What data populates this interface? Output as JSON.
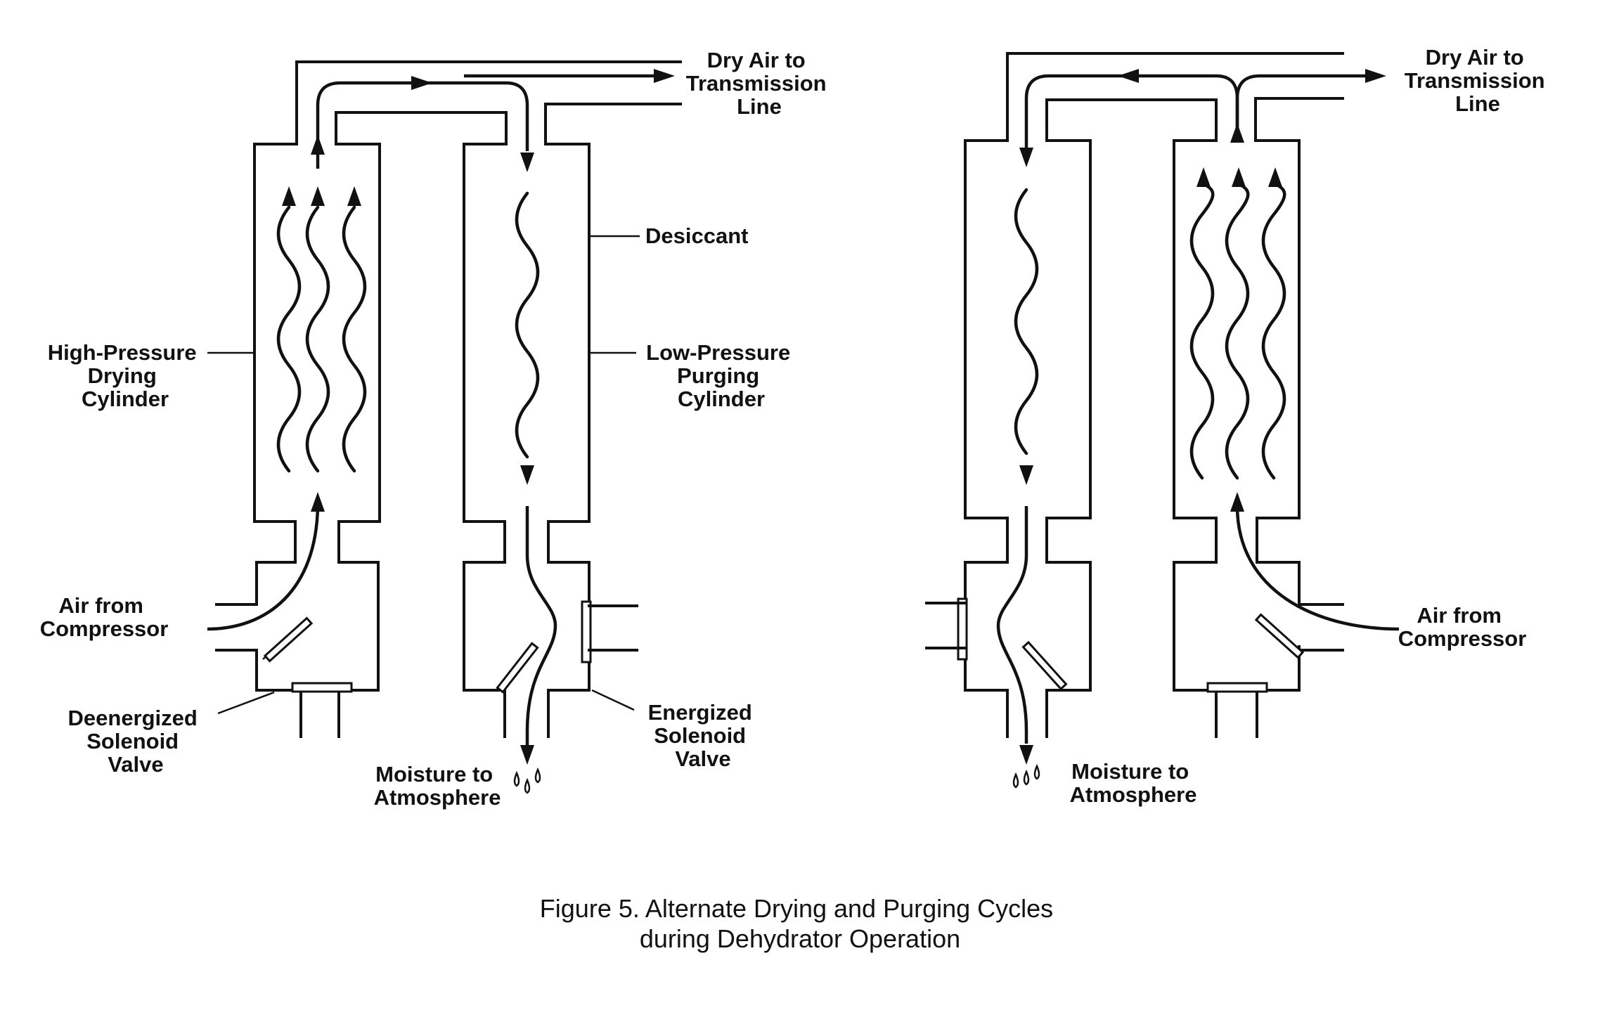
{
  "left_panel": {
    "dry_air_label": [
      "Dry Air to",
      "Transmission",
      "Line"
    ],
    "desiccant_label": "Desiccant",
    "high_pressure_label": [
      "High-Pressure",
      "Drying",
      "Cylinder"
    ],
    "low_pressure_label": [
      "Low-Pressure",
      "Purging",
      "Cylinder"
    ],
    "air_from_compressor_label": [
      "Air from",
      "Compressor"
    ],
    "deenergized_label": [
      "Deenergized",
      "Solenoid",
      "Valve"
    ],
    "energized_label": [
      "Energized",
      "Solenoid",
      "Valve"
    ],
    "moisture_label": [
      "Moisture to",
      "Atmosphere"
    ]
  },
  "right_panel": {
    "dry_air_label": [
      "Dry Air to",
      "Transmission",
      "Line"
    ],
    "air_from_compressor_label": [
      "Air from",
      "Compressor"
    ],
    "moisture_label": [
      "Moisture to",
      "Atmosphere"
    ]
  },
  "caption": [
    "Figure 5. Alternate Drying and Purging Cycles",
    "during Dehydrator Operation"
  ],
  "colors": {
    "ink": "#111111",
    "background": "#ffffff"
  }
}
